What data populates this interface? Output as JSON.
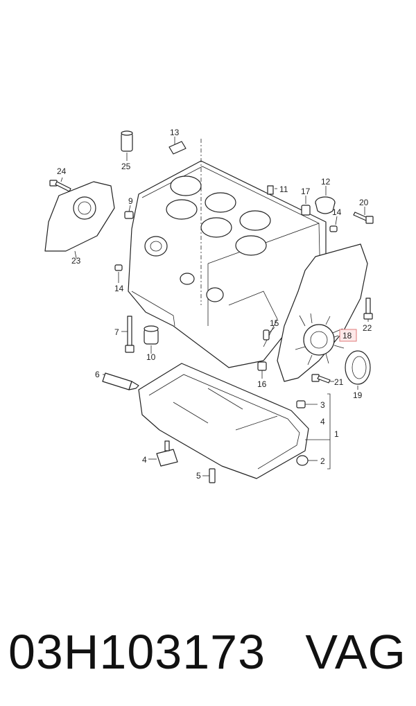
{
  "footer": {
    "part_number": "03H103173",
    "brand": "VAG"
  },
  "callouts": [
    "1",
    "2",
    "3",
    "4",
    "4",
    "5",
    "6",
    "7",
    "9",
    "10",
    "11",
    "12",
    "13",
    "14",
    "14",
    "15",
    "16",
    "17",
    "18",
    "19",
    "20",
    "21",
    "22",
    "23",
    "24",
    "25"
  ],
  "highlight_color": "#e07a7a",
  "highlighted_part": "18"
}
